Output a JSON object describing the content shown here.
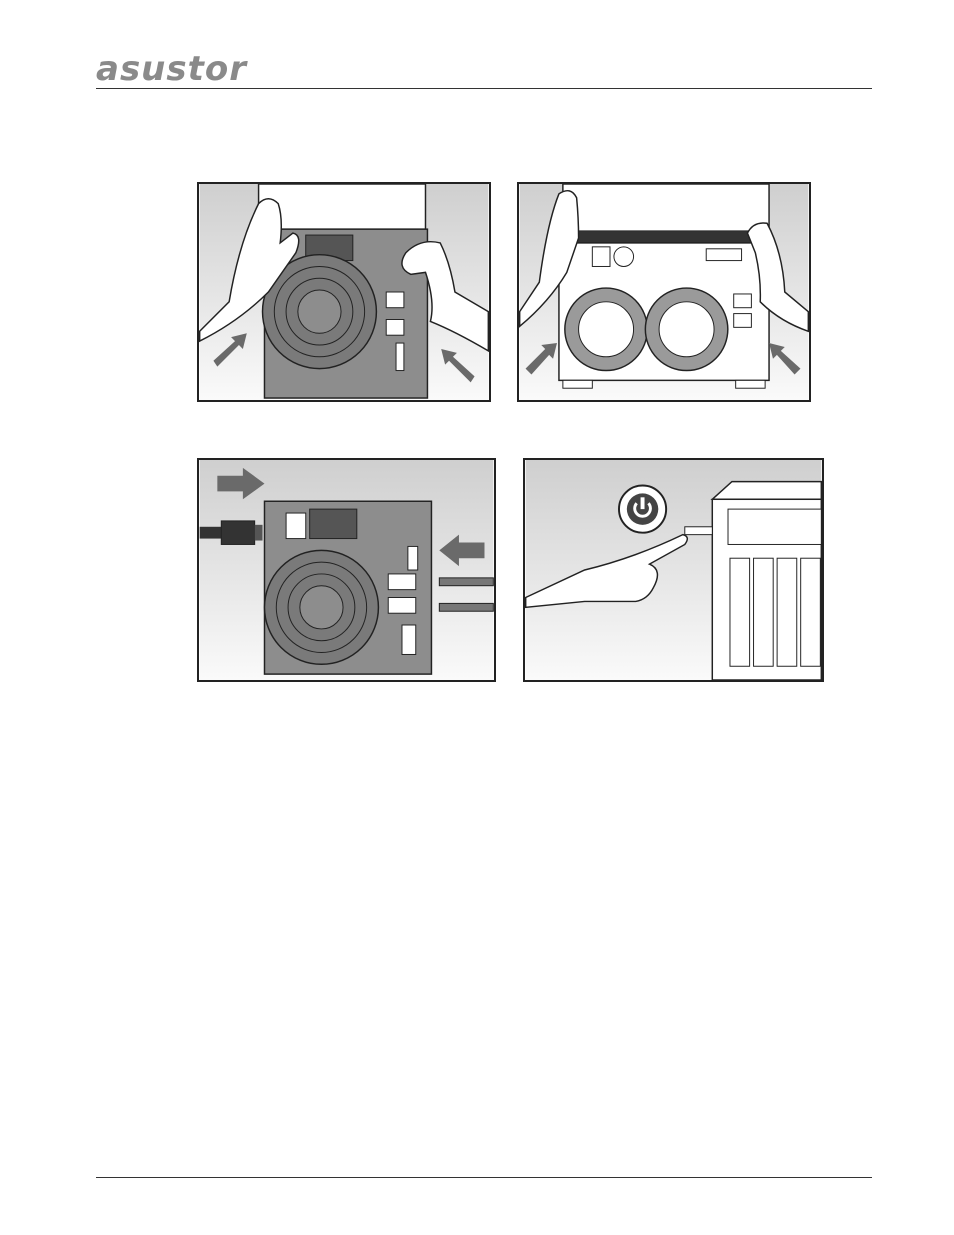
{
  "header": {
    "logo_text": "asustor"
  },
  "figures": [
    {
      "id": "rear-install-4bay",
      "icon": "hands-sliding-nas-in"
    },
    {
      "id": "rear-install-8bay",
      "icon": "hands-sliding-nas-in"
    },
    {
      "id": "connect-cables",
      "icon": "power-and-ethernet-cables"
    },
    {
      "id": "press-power",
      "icon": "power-icon"
    }
  ],
  "colors": {
    "bg_gradient_top": "#d0d0d0",
    "bg_gradient_bottom": "#ffffff",
    "line": "#222222",
    "chassis": "#8a8a8a",
    "arrow": "#6a6a6a"
  }
}
